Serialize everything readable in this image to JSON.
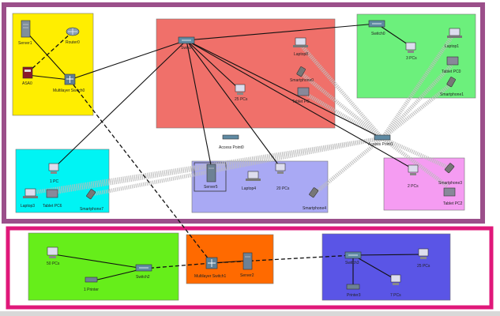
{
  "colors": {
    "frame_top": "#9b4f8a",
    "frame_bottom": "#e0187a",
    "zone_yellow": "#ffee00",
    "zone_red": "#f0706a",
    "zone_green_top": "#6cf07c",
    "zone_cyan": "#00f4f4",
    "zone_lavender": "#a9a9f4",
    "zone_pink": "#f59cf2",
    "zone_lime": "#66ee1a",
    "zone_orange": "#ff6a00",
    "zone_blue": "#5a55e6"
  },
  "devices": {
    "server1": "Server1",
    "router0": "Router0",
    "asa0": "ASA0",
    "multilayer_switch0": "Multilayer Switch0",
    "switch_red": "Switch",
    "pcs_25": "25 PCs",
    "laptop_red": "Laptop8",
    "smartphone_red": "Smartphone0",
    "tablet_red": "Tablet PC",
    "switch_green": "Switch0",
    "pcs_3": "3 PCs",
    "laptop_green": "Laptop1",
    "tablet_green": "Tablet PC0",
    "smartphone_green": "Smartphone1",
    "access_point0": "Access Point0",
    "access_point1": "Access Point1",
    "pc_1": "1 PC",
    "laptop_cyan": "Laptop3",
    "tablet_cyan": "Tablet PC6",
    "smartphone_cyan": "Smartphone7",
    "server_lav": "Server5",
    "laptop_lav": "Laptop4",
    "pcs_20": "20 PCs",
    "smartphone_lav": "Smartphone4",
    "pcs_2": "2 PCs",
    "smartphone_pink": "Smartphone3",
    "tablet_pink": "Tablet PC2",
    "pcs_50": "50 PCs",
    "printer_1": "1 Printer",
    "switch_lime": "Switch2",
    "multilayer_switch1": "Multilayer Switch1",
    "server_orange": "Server2",
    "switch_blue": "Switch3",
    "pcs_25_blue": "25 PCs",
    "printer_blue": "Printer3",
    "pcs_7": "7 PCs"
  }
}
